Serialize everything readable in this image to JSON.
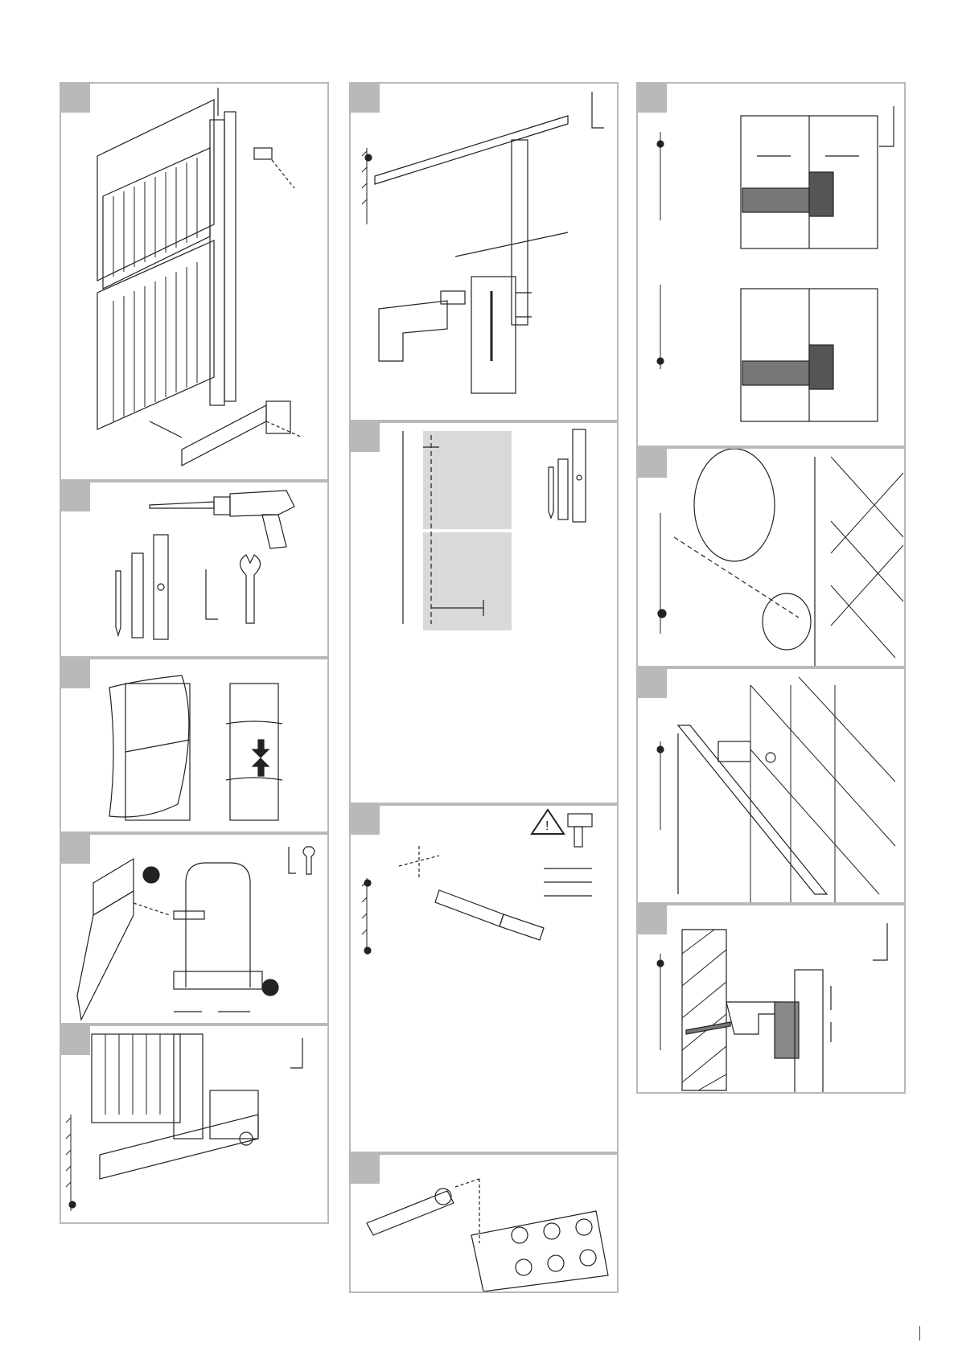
{
  "page": {
    "number": ""
  },
  "colors": {
    "frame": "#b9b9b9",
    "line": "#222222",
    "fill_gray": "#d9d9d7",
    "dot": "#111111"
  },
  "columns": [
    {
      "panels": [
        "c1-radiator-assembly",
        "c1-tools",
        "c1-unwrap",
        "c1-bracket",
        "c1-mount"
      ]
    },
    {
      "panels": [
        "c2-top-screw",
        "c2-measure",
        "c2-drill",
        "c2-anchor"
      ]
    },
    {
      "panels": [
        "c3-dowel",
        "c3-hang",
        "c3-tilt",
        "c3-fix"
      ]
    }
  ],
  "icons": [
    "hex-key-icon",
    "spanner-icon",
    "drill-icon",
    "pencil-icon",
    "ruler-icon",
    "spirit-level-icon",
    "warning-icon",
    "wall-hatch-icon"
  ]
}
